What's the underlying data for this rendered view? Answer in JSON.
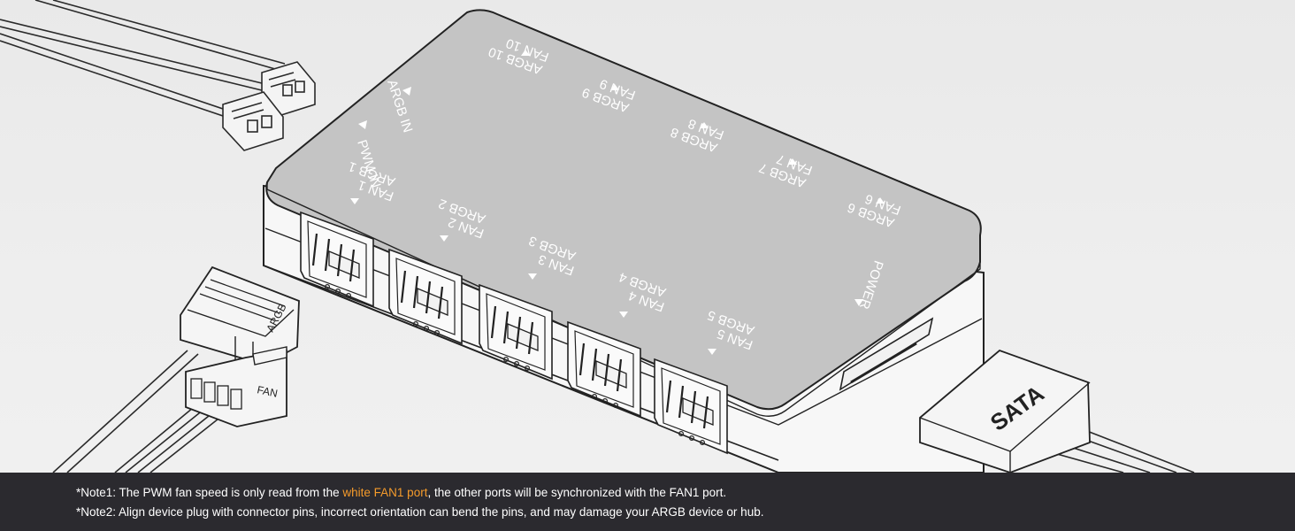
{
  "diagram": {
    "top_labels": {
      "argb_in": "ARGB IN",
      "pwm_in": "PWM IN",
      "fan_10": "FAN 10",
      "argb_10": "ARGB 10",
      "fan_9": "FAN 9",
      "argb_9": "ARGB 9",
      "fan_8": "FAN 8",
      "argb_8": "ARGB 8",
      "fan_7": "FAN 7",
      "argb_7": "ARGB 7",
      "fan_6": "FAN 6",
      "argb_6": "ARGB 6",
      "power": "POWER",
      "fan_1": "FAN 1",
      "argb_1": "ARGB 1",
      "fan_2": "FAN 2",
      "argb_2": "ARGB 2",
      "fan_3": "FAN 3",
      "argb_3": "ARGB 3",
      "fan_4": "FAN 4",
      "argb_4": "ARGB 4",
      "fan_5": "FAN 5",
      "argb_5": "ARGB 5"
    },
    "plug_labels": {
      "argb": "ARGB",
      "fan": "FAN",
      "sata": "SATA"
    }
  },
  "notes": {
    "note1_prefix": "*Note1: The PWM fan speed is only read from the ",
    "note1_highlight": "white FAN1 port",
    "note1_suffix": ", the other ports will be synchronized with the FAN1 port.",
    "note2": "*Note2: Align device plug with connector pins, incorrect orientation can bend the pins, and may damage your ARGB device or hub.",
    "highlight_color": "#f59b2b",
    "bar_color": "#2b2a2f"
  }
}
